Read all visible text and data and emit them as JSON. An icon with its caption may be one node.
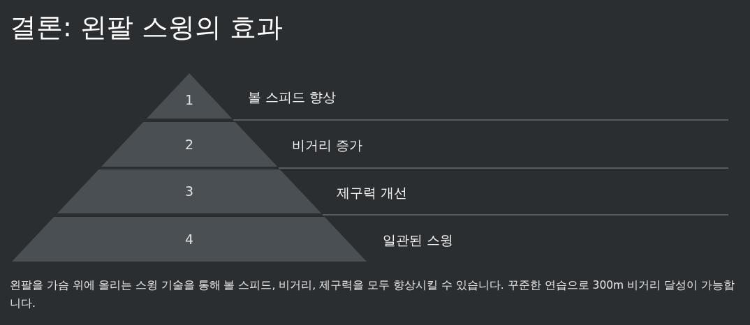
{
  "diagram": {
    "title": "결론: 왼팔 스윙의 효과",
    "nodes": [
      {
        "text": [
          "1"
        ],
        "beside": [
          "볼 스피드 향상"
        ]
      },
      {
        "text": [
          "2"
        ],
        "beside": [
          "비거리 증가"
        ]
      },
      {
        "text": [
          "3"
        ],
        "beside": [
          "제구력 개선"
        ]
      },
      {
        "text": [
          "4"
        ],
        "beside": [
          "일관된 스윙"
        ]
      }
    ],
    "edges": [],
    "caption": "왼팔을 가슴 위에 올리는 스윙 기술을 통해 볼 스피드, 비거리, 제구력을 모두 향상시킬 수 있습니다. 꾸준한 연습으로 300m 비거리 달성이 가능합니다."
  }
}
